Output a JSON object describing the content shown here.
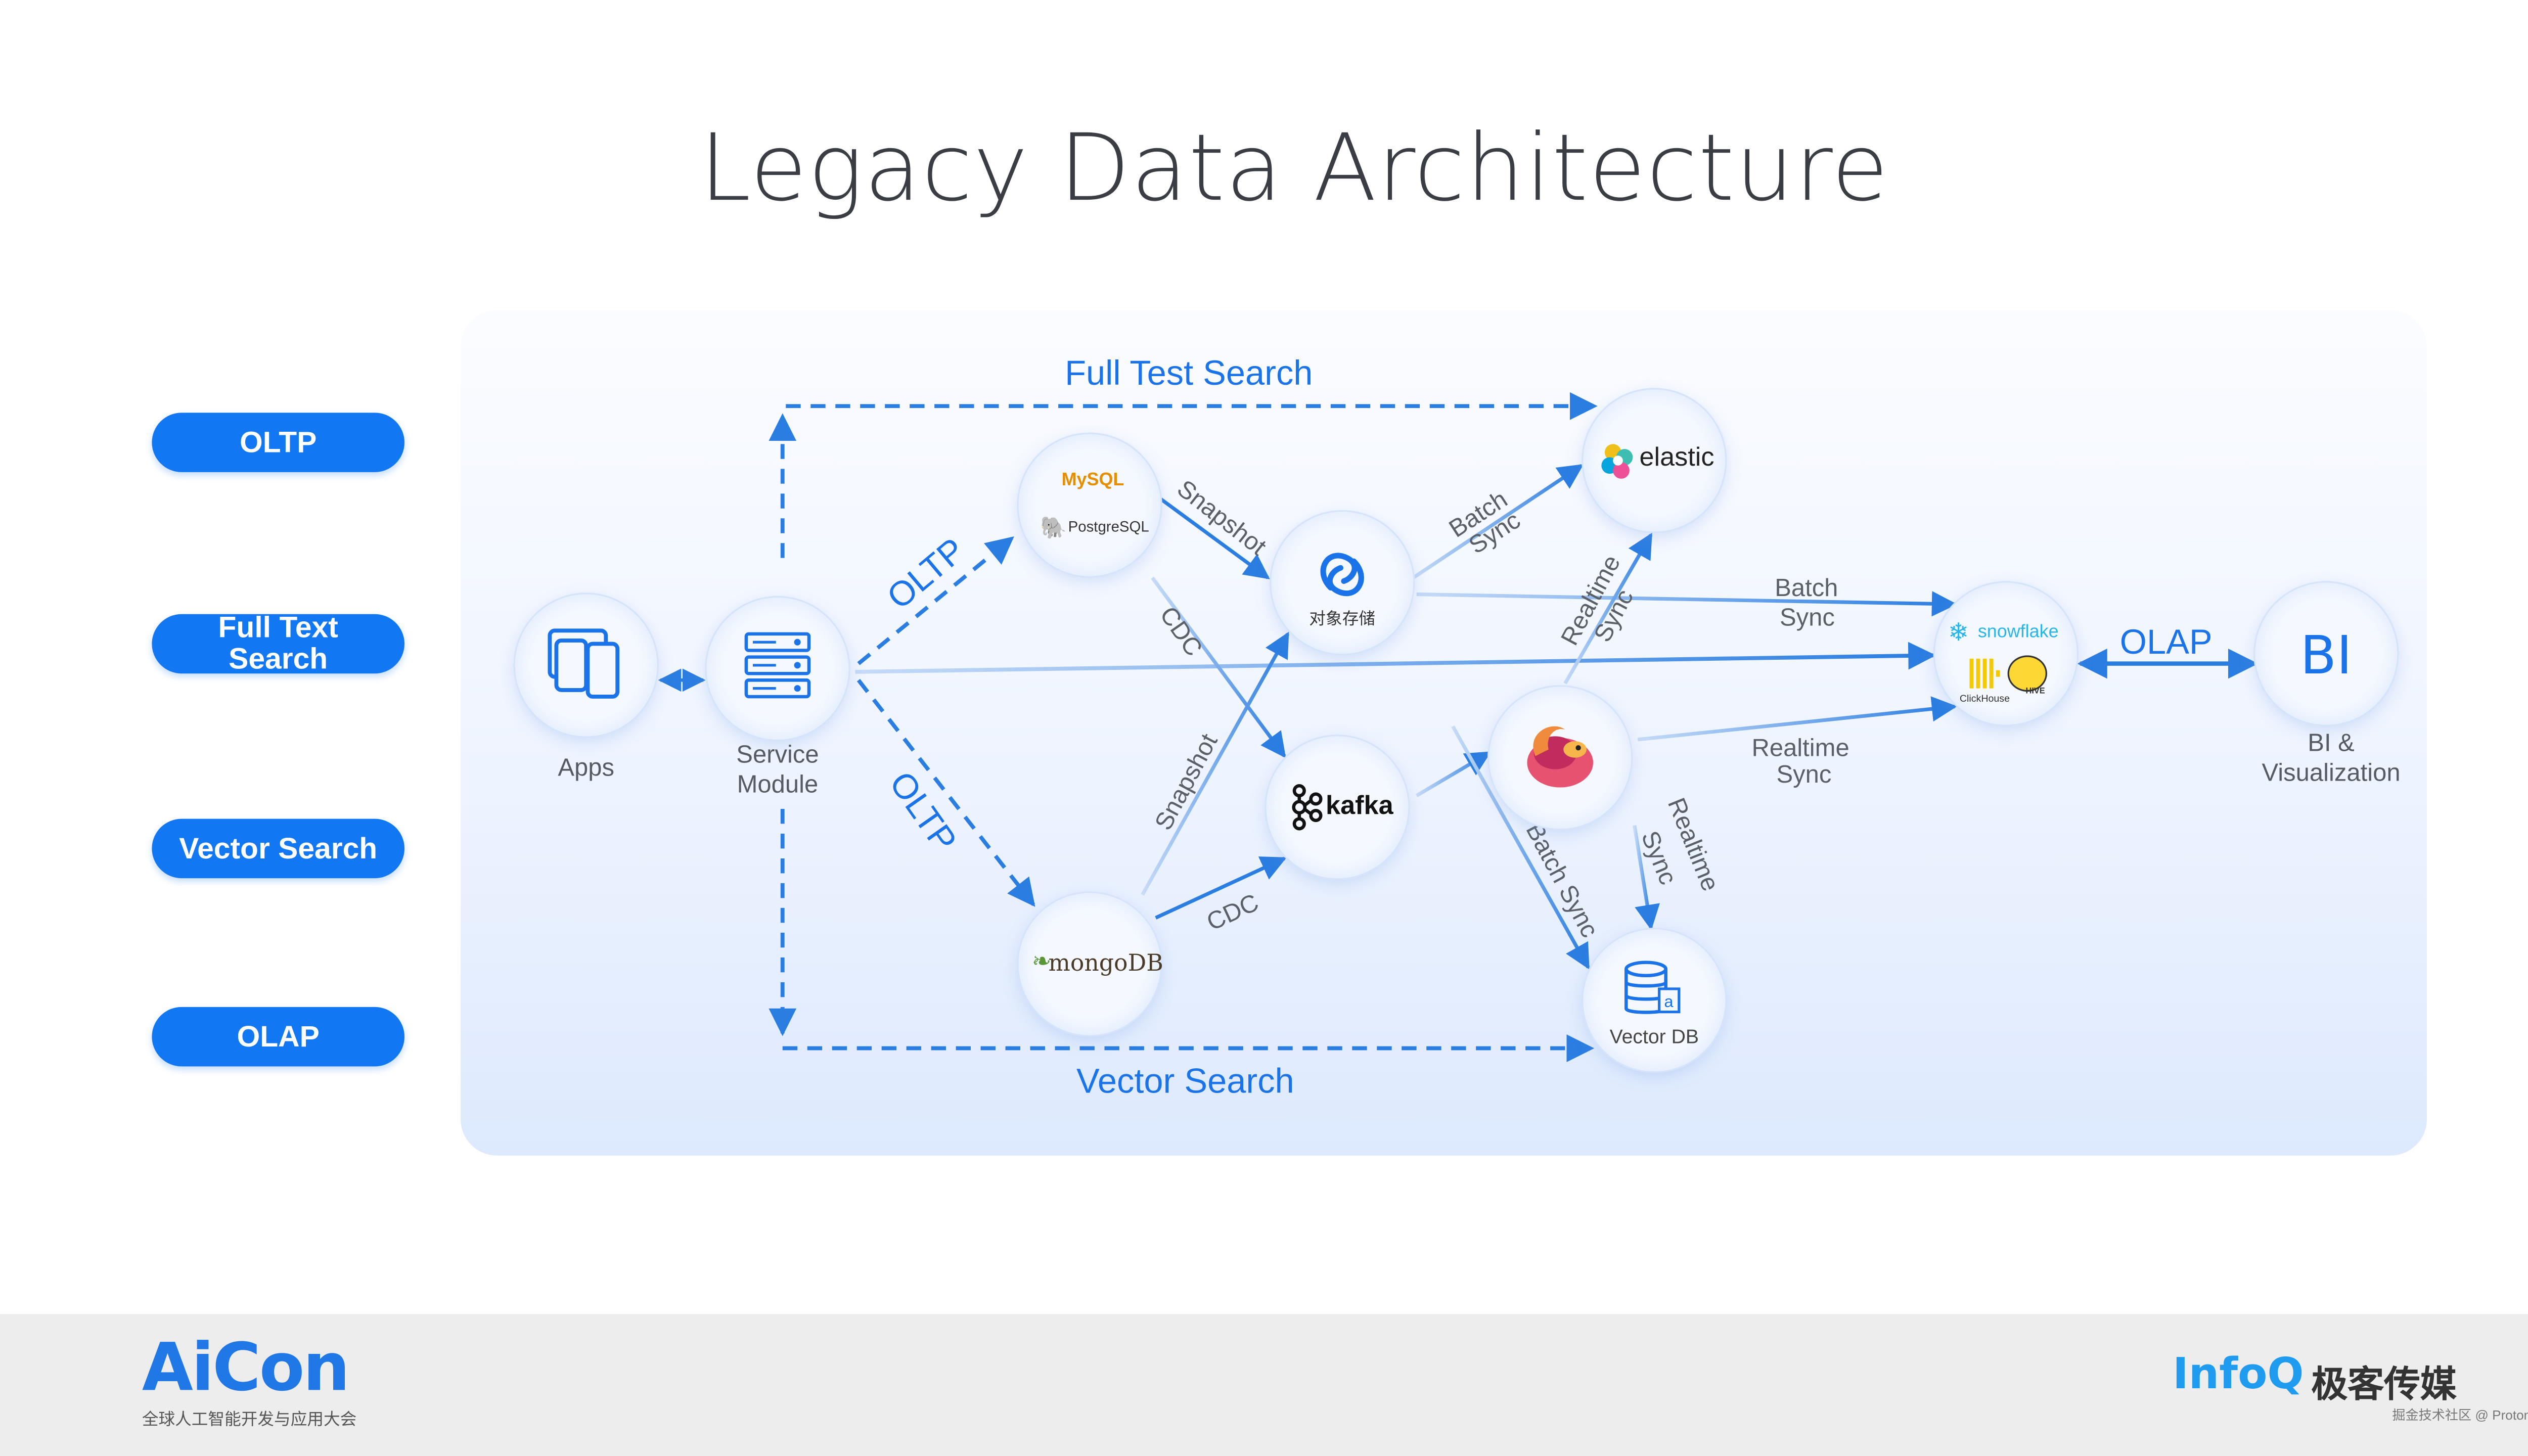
{
  "title": "Legacy Data Architecture",
  "legend": [
    "OLTP",
    "Full Text Search",
    "Vector Search",
    "OLAP"
  ],
  "nodes": {
    "apps": "Apps",
    "service": "Service Module",
    "mysql": "MySQL",
    "postgresql": "PostgreSQL",
    "object_storage": "对象存储",
    "mongodb": "mongoDB",
    "kafka": "kafka",
    "elastic": "elastic",
    "vector_db": "Vector DB",
    "snowflake": "snowflake",
    "clickhouse": "ClickHouse",
    "hive": "HIVE",
    "bi_icon": "BI",
    "bi": "BI & Visualization"
  },
  "edges": {
    "full_text_search": "Full Test Search",
    "vector_search": "Vector Search",
    "oltp_top": "OLTP",
    "oltp_bottom": "OLTP",
    "snapshot_top": "Snapshot",
    "cdc_left": "CDC",
    "snapshot_bottom": "Snapshot",
    "cdc_bottom": "CDC",
    "batch_sync_elastic": "Batch Sync",
    "realtime_sync_elastic": "Realtime Sync",
    "batch_sync_olap": "Batch Sync",
    "realtime_sync_olap": "Realtime Sync",
    "batch_sync_vector": "Batch Sync",
    "realtime_sync_vector": "Realtime Sync",
    "olap": "OLAP"
  },
  "footer": {
    "aicon": "AiCon",
    "aicon_sub": "全球人工智能开发与应用大会",
    "infoq": "InfoQ",
    "jike": "极客传媒",
    "credit": "掘金技术社区 @ ProtonBase"
  },
  "colors": {
    "accent": "#1277f2",
    "edge": "#2a7de1",
    "edge_light": "#a9c9f5"
  }
}
